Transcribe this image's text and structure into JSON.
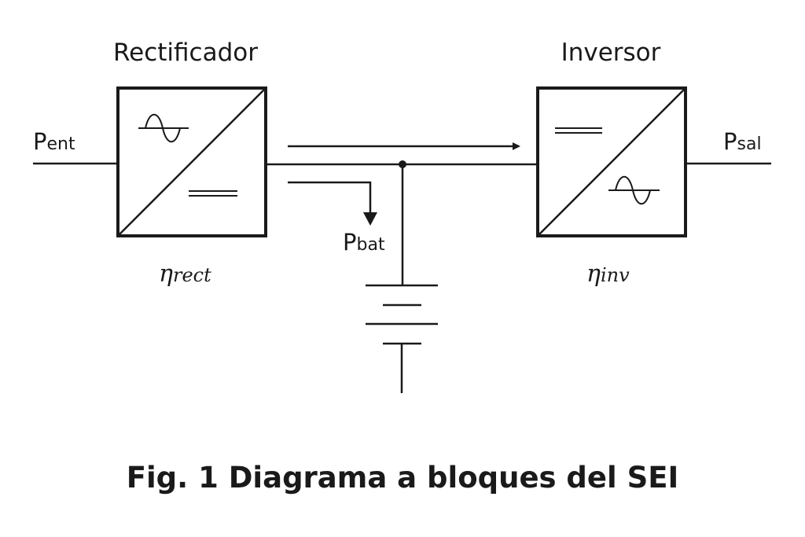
{
  "diagram": {
    "blocks": {
      "rectifier": {
        "label": "Rectificador",
        "efficiency_symbol": "η",
        "efficiency_sub": "rect"
      },
      "inverter": {
        "label": "Inversor",
        "efficiency_symbol": "η",
        "efficiency_sub": "inv"
      }
    },
    "signals": {
      "input": {
        "main": "P",
        "sub": "ent"
      },
      "output": {
        "main": "P",
        "sub": "sal"
      },
      "battery": {
        "main": "P",
        "sub": "bat"
      }
    },
    "colors": {
      "stroke": "#1a1a1a",
      "background": "#ffffff"
    }
  },
  "caption": "Fig. 1 Diagrama a bloques del SEI"
}
